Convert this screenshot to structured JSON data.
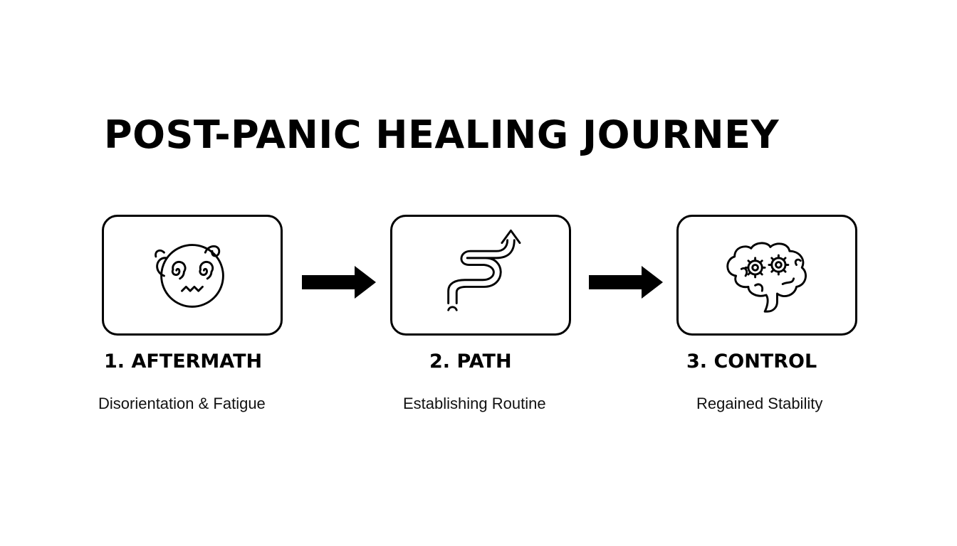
{
  "title": "POST-PANIC HEALING JOURNEY",
  "steps": [
    {
      "label": "1. AFTERMATH",
      "description": "Disorientation & Fatigue",
      "icon": "dizzy-face-icon"
    },
    {
      "label": "2. PATH",
      "description": "Establishing Routine",
      "icon": "winding-path-arrow-icon"
    },
    {
      "label": "3. CONTROL",
      "description": "Regained Stability",
      "icon": "brain-gears-icon"
    }
  ],
  "connectors": [
    "right-arrow-icon",
    "right-arrow-icon"
  ],
  "colors": {
    "stroke": "#000000",
    "background": "#ffffff"
  }
}
